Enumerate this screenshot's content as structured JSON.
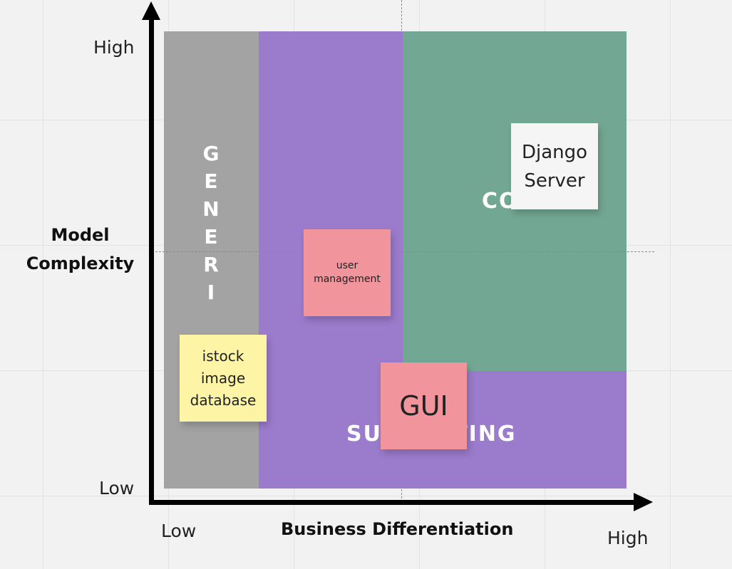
{
  "regions": {
    "generic": {
      "label": "GENERI",
      "color": "#a3a3a3"
    },
    "supporting": {
      "label": "SUPPORTING",
      "color": "#9b7bcc"
    },
    "core": {
      "label": "CORE",
      "color": "#72a893"
    }
  },
  "notes": {
    "user_management": {
      "text": "user management",
      "color": "#f1949c"
    },
    "istock_image_database": {
      "text": "istock image database",
      "color": "#fdf4a5"
    },
    "gui": {
      "text": "GUI",
      "color": "#f1949c"
    },
    "django_server": {
      "text": "Django Server",
      "color": "#f5f5f5"
    }
  },
  "axes": {
    "y": {
      "label": "Model Complexity",
      "high": "High",
      "low": "Low"
    },
    "x": {
      "label": "Business Differentiation",
      "low": "Low",
      "high": "High"
    }
  }
}
